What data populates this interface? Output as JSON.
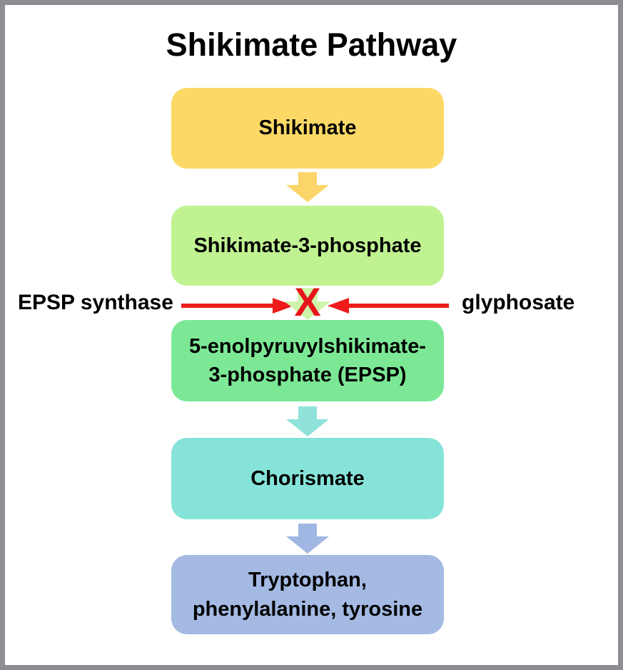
{
  "title": "Shikimate Pathway",
  "colors": {
    "frame_border": "#8e8e92",
    "background": "#ffffff",
    "text": "#000000",
    "inhibition_red": "#ee1b1c"
  },
  "diagram": {
    "nodes": [
      {
        "id": "shikimate",
        "label": "Shikimate",
        "color": "#fcd966"
      },
      {
        "id": "shikimate-3-phosphate",
        "label": "Shikimate-3-phosphate",
        "color": "#c0f292"
      },
      {
        "id": "epsp",
        "label": "5-enolpyruvylshikimate-\n3-phosphate (EPSP)",
        "color": "#7ce896"
      },
      {
        "id": "chorismate",
        "label": "Chorismate",
        "color": "#86e3d9"
      },
      {
        "id": "amino-acids",
        "label": "Tryptophan,\nphenylalanine, tyrosine",
        "color": "#a4bae3"
      }
    ],
    "connectors": [
      {
        "id": "shikimate-to-s3p",
        "color": "#fbd569",
        "blocked": false
      },
      {
        "id": "s3p-to-epsp",
        "color": "#cdf4a8",
        "blocked": true
      },
      {
        "id": "epsp-to-chorismate",
        "color": "#8fe3da",
        "blocked": false
      },
      {
        "id": "chorismate-to-amino-acids",
        "color": "#9fb7e2",
        "blocked": false
      }
    ],
    "inhibition": {
      "enzyme_label": "EPSP synthase",
      "inhibitor_label": "glyphosate",
      "block_symbol": "X",
      "arrow_color": "#ee1b1c",
      "block_color": "#e8141c"
    }
  }
}
